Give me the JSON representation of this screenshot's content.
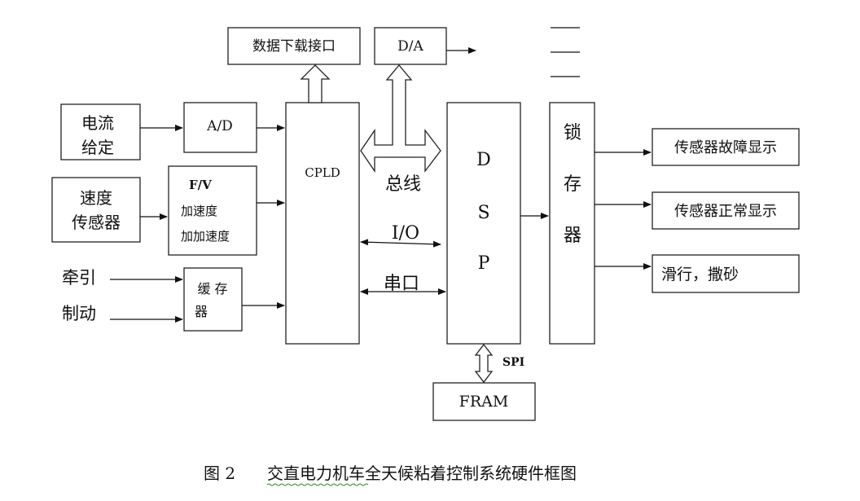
{
  "blocks": {
    "download_port": "数据下载接口",
    "da": "D/A",
    "current_line1": "电流",
    "current_line2": "给定",
    "ad": "A/D",
    "speed_line1": "速度",
    "speed_line2": "传感器",
    "fv_line1": "F/V",
    "fv_line2": "加速度",
    "fv_line3": "加加速度",
    "traction": "牵引",
    "braking": "制动",
    "buffer_line1": "缓 存",
    "buffer_line2": "器",
    "cpld": "CPLD",
    "dsp_d": "D",
    "dsp_s": "S",
    "dsp_p": "P",
    "latch_1": "锁",
    "latch_2": "存",
    "latch_3": "器",
    "fram": "FRAM",
    "out_fault": "传感器故障显示",
    "out_normal": "传感器正常显示",
    "out_slide": "滑行，撒砂"
  },
  "connections": {
    "bus": "总线",
    "io": "I/O",
    "serial": "串口",
    "spi": "SPI"
  },
  "caption": {
    "figure_no": "图 2",
    "title": "交直电力机车全天候粘着控制系统硬件框图"
  }
}
